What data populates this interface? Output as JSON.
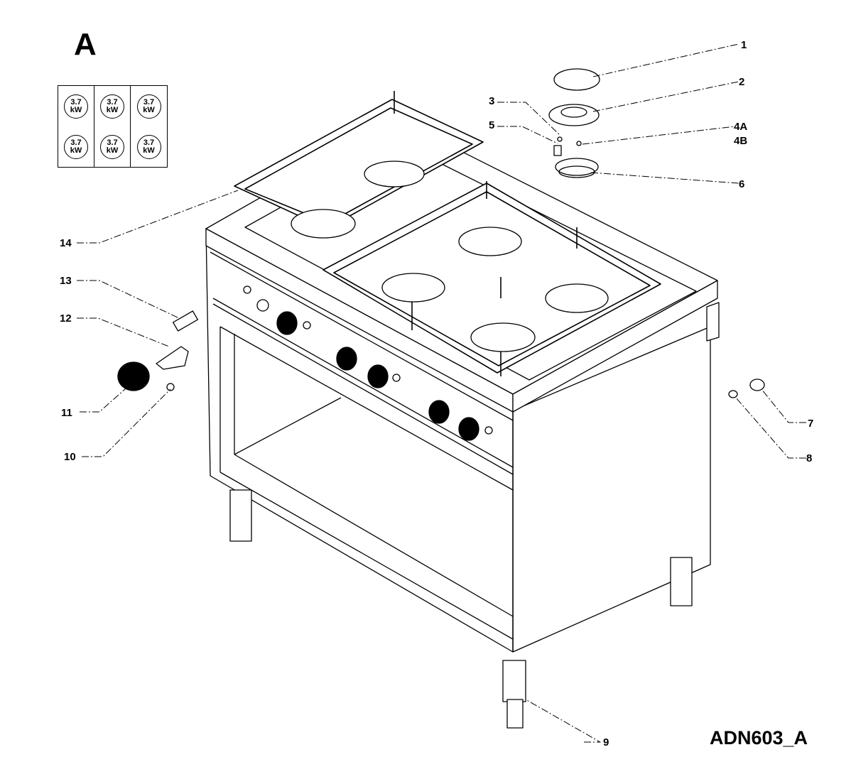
{
  "figure_letter": "A",
  "drawing_code": "ADN603_A",
  "burner_legend": [
    {
      "value": "3.7",
      "unit": "kW"
    },
    {
      "value": "3.7",
      "unit": "kW"
    },
    {
      "value": "3.7",
      "unit": "kW"
    },
    {
      "value": "3.7",
      "unit": "kW"
    },
    {
      "value": "3.7",
      "unit": "kW"
    },
    {
      "value": "3.7",
      "unit": "kW"
    }
  ],
  "callouts": [
    "1",
    "2",
    "3",
    "5",
    "4A",
    "4B",
    "6",
    "14",
    "13",
    "12",
    "11",
    "10",
    "7",
    "8",
    "9"
  ]
}
